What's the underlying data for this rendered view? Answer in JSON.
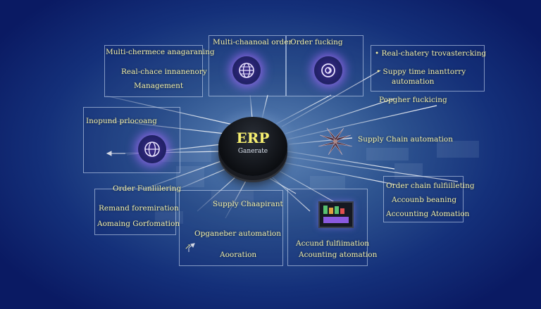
{
  "hub": {
    "title": "ERP",
    "subtitle": "Ganerate"
  },
  "boxes": {
    "top_left": {
      "lines": [
        "Multi-chermece anagaraning",
        "Real-chace innanenory",
        "Management"
      ]
    },
    "top_center": {
      "label": "Multi-chaanoal order"
    },
    "top_right_center": {
      "label": "Order fucking"
    },
    "top_right": {
      "lines": [
        "• Real-chatery trovastercking",
        "• Suppy time inanttorry",
        "automation"
      ]
    },
    "right_top": {
      "label": "Popgher fuckicing"
    },
    "right_mid": {
      "label": "Supply Chain automation"
    },
    "left_mid": {
      "label": "Inopund prlocoang"
    },
    "left_bottom": {
      "lines": [
        "Order Funliilering",
        "Remand foremiration",
        "Aomaing Gorfomation"
      ]
    },
    "bottom_center": {
      "lines": [
        "Supply Chaapirant",
        "Opganeber automation",
        "Aooration"
      ]
    },
    "bottom_right": {
      "lines": [
        "Accund fulfiimation",
        "Acounting atomation"
      ]
    },
    "right_bottom": {
      "lines": [
        "Order chain fulfiilleting",
        "Accounb beaning",
        "Accounting Atomation"
      ]
    }
  },
  "icons": [
    "globe-icon",
    "gear-icon",
    "globe-icon",
    "flower-icon",
    "monitor-icon",
    "cursor-icon"
  ],
  "colors": {
    "label": "#f3f0a8",
    "hub_title": "#f6ef70",
    "glow": "#a86eff",
    "bg_center": "#5f86b8",
    "bg_edge": "#0a1a63"
  }
}
